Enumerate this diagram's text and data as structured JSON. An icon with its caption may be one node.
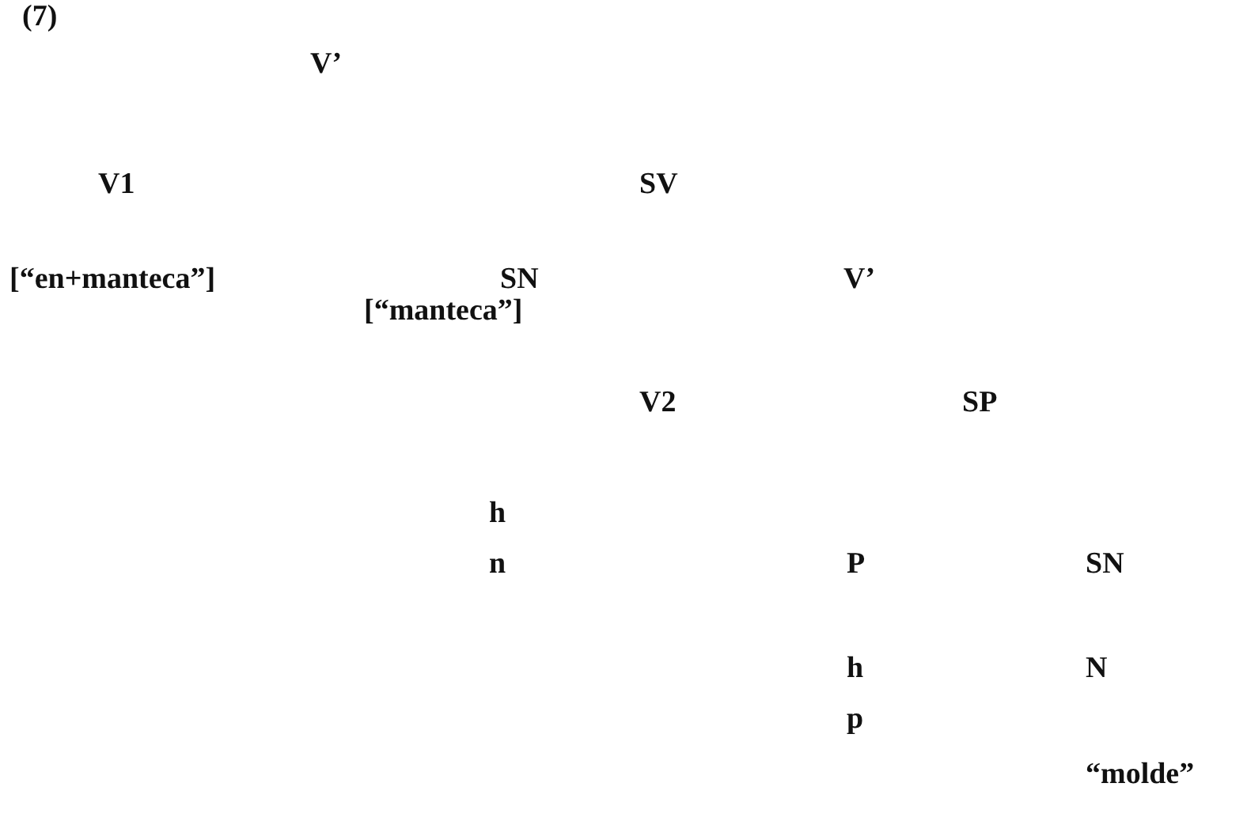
{
  "diagram": {
    "labels": [
      "(7)",
      "V’",
      "V1",
      "SV",
      "[“en+manteca”]",
      "SN",
      "V’",
      "[“manteca”]",
      "V2",
      "SP",
      "h",
      "n",
      "P",
      "SN",
      "h",
      "N",
      "p",
      "“molde”"
    ]
  }
}
